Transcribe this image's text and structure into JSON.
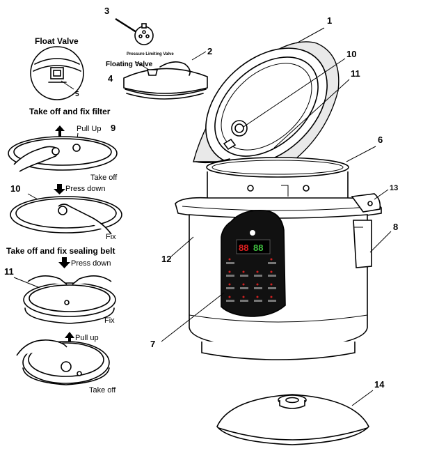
{
  "numbers": {
    "n1": "1",
    "n2": "2",
    "n3": "3",
    "n4": "4",
    "n5": "5",
    "n6": "6",
    "n7": "7",
    "n8": "8",
    "n9": "9",
    "n10_lid": "10",
    "n10_left": "10",
    "n11_lid": "11",
    "n11_left": "11",
    "n12": "12",
    "n13": "13",
    "n14": "14"
  },
  "labels": {
    "float_valve": "Float Valve",
    "pressure_limiting_valve": "Pressure Limiting Valve",
    "floating_valve": "Floating Valve",
    "filter_heading": "Take off and fix filter",
    "pull_up_filter": "Pull Up",
    "take_off_filter": "Take off",
    "press_down_filter": "Press down",
    "fix_filter": "Fix",
    "sealing_heading": "Take off and fix sealing belt",
    "press_down_seal": "Press down",
    "fix_seal": "Fix",
    "pull_up_seal": "Pull up",
    "take_off_seal": "Take off"
  },
  "panel": {
    "display_left": "88",
    "display_right": "88"
  }
}
